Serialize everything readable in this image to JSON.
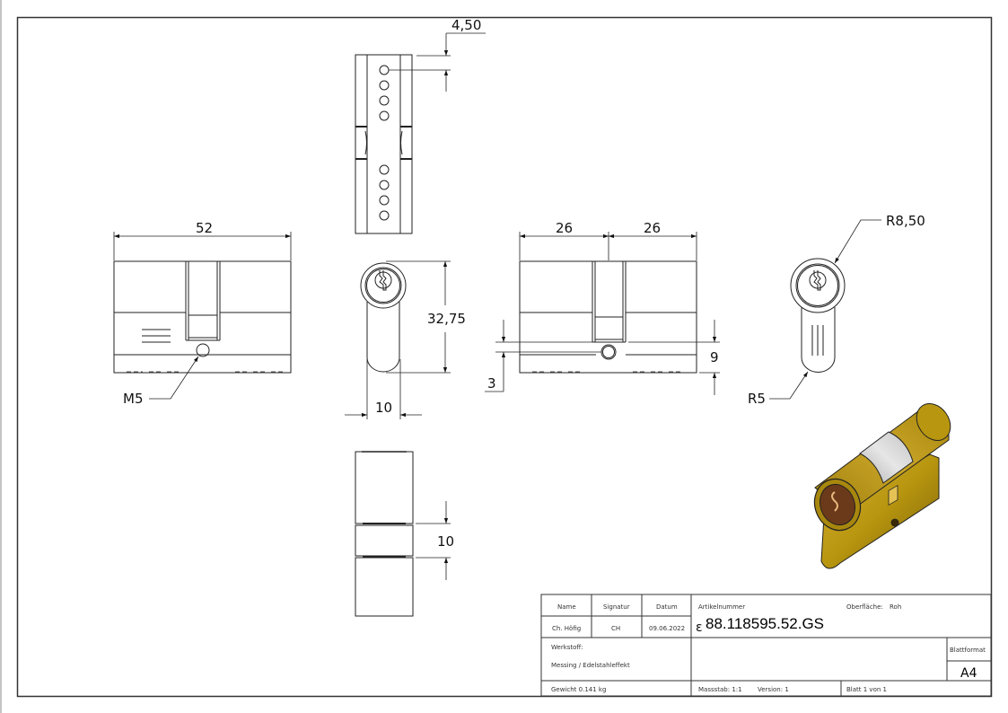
{
  "drawing": {
    "views": {
      "top_view": {
        "dimension_pin_offset": "4,50"
      },
      "front_left": {
        "dimension_length": "52",
        "thread_callout": "M5"
      },
      "side_profile": {
        "dimension_height": "32,75",
        "dimension_width": "10"
      },
      "front_right": {
        "dimension_left_half": "26",
        "dimension_right_half": "26",
        "dimension_hole_from_edge": "3",
        "dimension_hole_height": "9"
      },
      "profile_right": {
        "dimension_outer_radius": "R8,50",
        "dimension_bottom_radius": "R5"
      },
      "bottom_view": {
        "dimension_cam_width": "10"
      },
      "isometric": {
        "colors": {
          "brass": "#B8960F",
          "brass_dark": "#7A6008",
          "steel_band": "#D4D4D4",
          "keyhole": "#6B3A1A"
        }
      }
    },
    "line_color": "#222222",
    "frame_color": "#333333"
  },
  "title_block": {
    "headers": {
      "name": "Name",
      "signature": "Signatur",
      "date": "Datum"
    },
    "values": {
      "name": "Ch. Höfig",
      "signature": "CH",
      "date": "09.06.2022"
    },
    "article_label": "Artikelnummer",
    "article_prefix": "ε",
    "article_number": "88.118595.52.GS",
    "surface_label": "Oberfläche:",
    "surface_value": "Roh",
    "material_label": "Werkstoff:",
    "material_value": "Messing / Edelstahleffekt",
    "sheet_format_label": "Blattformat",
    "sheet_format_value": "A4",
    "weight": "Gewicht 0.141 kg",
    "scale": "Massstab: 1:1",
    "version": "Version: 1",
    "sheet": "Blatt 1 von 1"
  }
}
